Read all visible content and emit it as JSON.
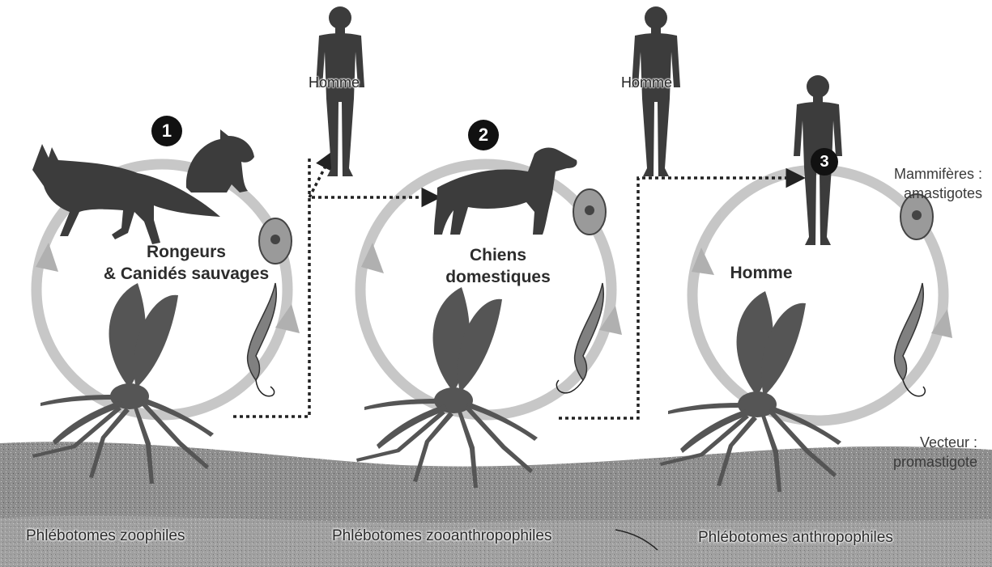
{
  "cycles": [
    {
      "number": "1",
      "host_label_line1": "Rongeurs",
      "host_label_line2": "& Canidés sauvages",
      "vector_label": "Phlébotomes zoophiles"
    },
    {
      "number": "2",
      "host_label_line1": "Chiens",
      "host_label_line2": "domestiques",
      "vector_label": "Phlébotomes zooanthropophiles"
    },
    {
      "number": "3",
      "host_label_line1": "Homme",
      "host_label_line2": "",
      "vector_label": "Phlébotomes anthropophiles"
    }
  ],
  "humans": [
    {
      "label": "Homme"
    },
    {
      "label": "Homme"
    }
  ],
  "stages": {
    "mammal_line1": "Mammifères :",
    "mammal_line2": "amastigotes",
    "vector_line1": "Vecteur :",
    "vector_line2": "promastigote"
  },
  "icons": [
    "fox-icon",
    "rodent-icon",
    "dog-icon",
    "human-icon",
    "sandfly-icon",
    "amastigote-cell-icon",
    "promastigote-icon"
  ],
  "colors": {
    "ground": "#8c8c8c",
    "cycle_arrow": "#bdbdbd",
    "silhouette": "#3c3c3c",
    "dotted_arrow": "#222222"
  }
}
